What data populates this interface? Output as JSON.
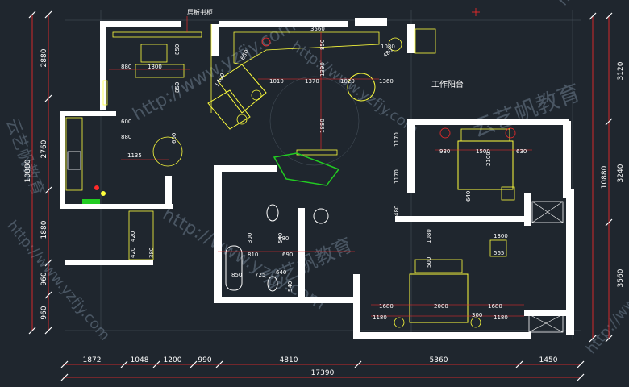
{
  "colors": {
    "background": "#1f262e",
    "wall": "#ffffff",
    "dimension": "#ff2a2a",
    "furniture": "#ffff3c",
    "fixture": "#ffffff",
    "green": "#22cc22",
    "cyan": "#33dddd",
    "watermark": "#6d7f90"
  },
  "left_dims": {
    "total": "10880",
    "segments": [
      "2880",
      "2760",
      "1880",
      "960",
      "960"
    ]
  },
  "right_dims": {
    "total": "10880",
    "segments": [
      "3120",
      "3240",
      "3560"
    ]
  },
  "bottom_dims": {
    "total": "17390",
    "segments": [
      "1872",
      "1048",
      "1200",
      "990",
      "4810",
      "5360",
      "1450"
    ]
  },
  "room_labels": {
    "balcony": "工作阳台",
    "bookshelf": "层板书柜"
  },
  "inner_dims": {
    "study": [
      "880",
      "1300",
      "850",
      "850"
    ],
    "living": [
      "1010",
      "1370",
      "1020",
      "1360",
      "1080",
      "1400",
      "3560",
      "650",
      "1880",
      "850",
      "480",
      "1390"
    ],
    "kitchen": [
      "1135",
      "600",
      "880",
      "600"
    ],
    "bed1": [
      "930",
      "1500",
      "630",
      "2100",
      "1170",
      "1170",
      "640"
    ],
    "bath": [
      "880",
      "810",
      "690",
      "850",
      "725",
      "640",
      "300",
      "540",
      "540",
      "420",
      "420",
      "380"
    ],
    "bed2": [
      "1080",
      "500",
      "1300",
      "565",
      "1680",
      "2000",
      "1680",
      "1180",
      "1180",
      "300",
      "480"
    ]
  },
  "watermarks": {
    "brand": "云艺帆教育",
    "url": "http://www.yzfjy.com"
  }
}
